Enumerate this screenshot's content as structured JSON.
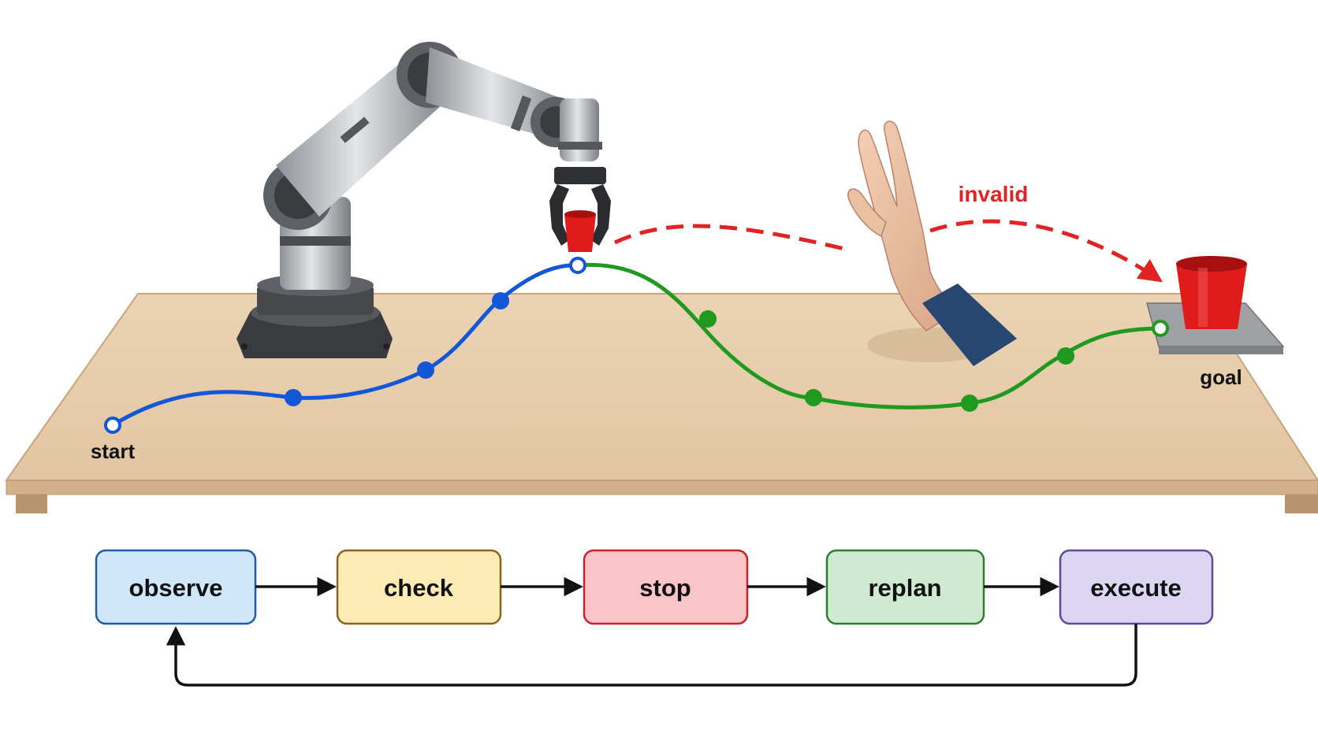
{
  "labels": {
    "start": "start",
    "goal": "goal",
    "invalid": "invalid"
  },
  "colors": {
    "original_path": "#1457d6",
    "replanned_path": "#1f9a1f",
    "invalid_path": "#e02424",
    "table_top": "#e8cfae",
    "table_edge": "#c9a47c",
    "cup": "#e01b1b",
    "loop_arrow": "#111111"
  },
  "flow": {
    "steps": [
      {
        "label": "observe",
        "fill": "#cfe6fb",
        "stroke": "#1e5ca8"
      },
      {
        "label": "check",
        "fill": "#fdebb5",
        "stroke": "#8a6420"
      },
      {
        "label": "stop",
        "fill": "#fbc4c6",
        "stroke": "#c0242c"
      },
      {
        "label": "replan",
        "fill": "#cfead0",
        "stroke": "#2e7d32"
      },
      {
        "label": "execute",
        "fill": "#ddd6f3",
        "stroke": "#5b4b9a"
      }
    ]
  },
  "icons": {
    "robot": "robot-arm-icon",
    "hand": "stop-hand-icon",
    "cup": "red-cup-icon"
  }
}
